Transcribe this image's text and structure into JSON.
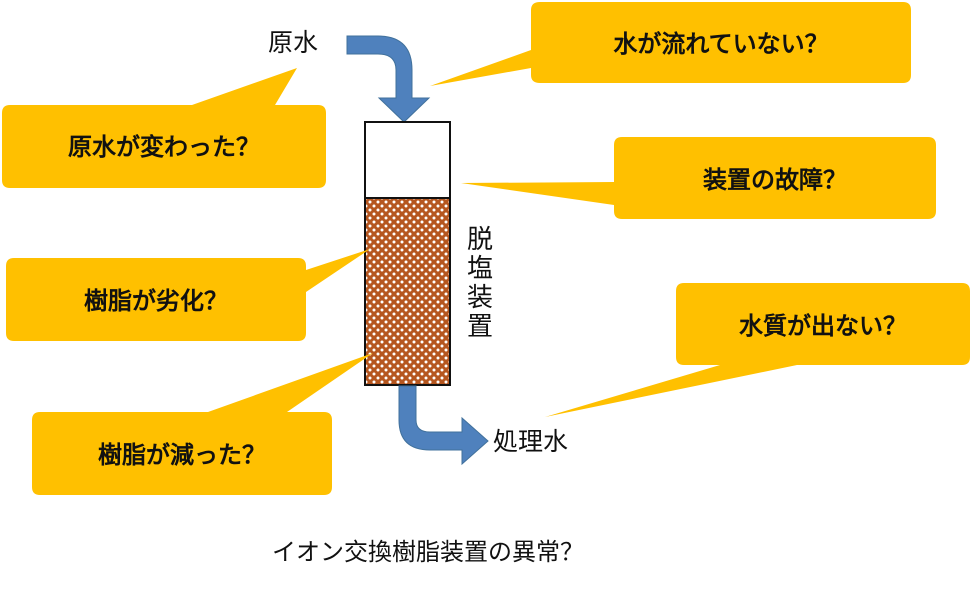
{
  "labels": {
    "input": "原水",
    "output": "処理水",
    "device": "脱塩装置",
    "caption": "イオン交換樹脂装置の異常？"
  },
  "callouts": [
    {
      "id": "raw-water-changed",
      "text": "原水が変わった？"
    },
    {
      "id": "no-water-flow",
      "text": "水が流れていない？"
    },
    {
      "id": "device-failure",
      "text": "装置の故障？"
    },
    {
      "id": "resin-degraded",
      "text": "樹脂が劣化？"
    },
    {
      "id": "water-quality-not-met",
      "text": "水質が出ない？"
    },
    {
      "id": "resin-decreased",
      "text": "樹脂が減った？"
    }
  ],
  "colors": {
    "callout_fill": "#FFC000",
    "arrow_fill": "#4F81BD",
    "resin_fill": "#B5561F",
    "column_stroke": "#111111"
  }
}
